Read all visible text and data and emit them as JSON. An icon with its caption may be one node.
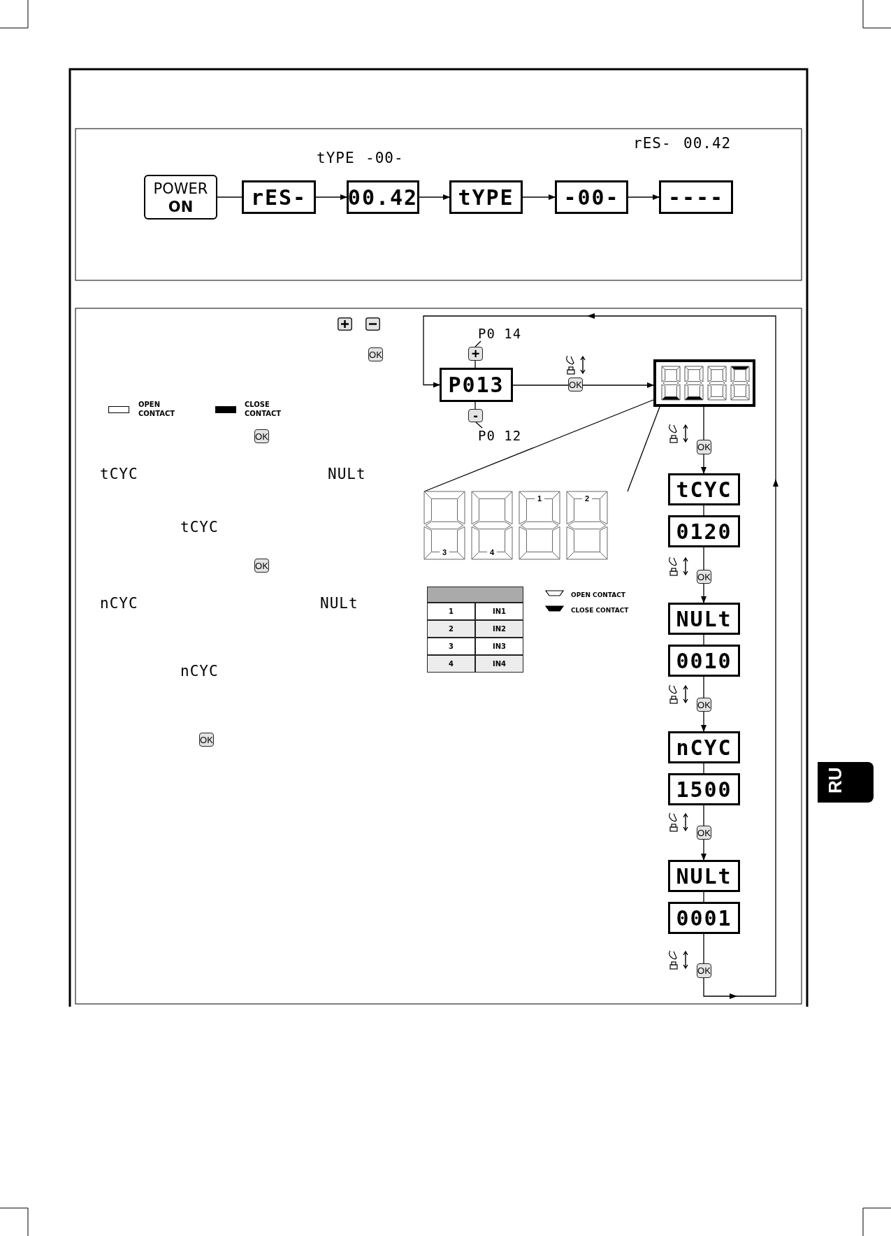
{
  "diagram": {
    "nodes": [
      {
        "text": [
          "POWER ON"
        ]
      },
      {
        "text": [
          "rES-"
        ]
      },
      {
        "text": [
          "00.42"
        ]
      },
      {
        "text": [
          "tYPE"
        ]
      },
      {
        "text": [
          "-00-"
        ]
      },
      {
        "text": [
          "----"
        ]
      },
      {
        "text": [
          "P013"
        ]
      },
      {
        "text": [
          "P0 14"
        ]
      },
      {
        "text": [
          "+"
        ]
      },
      {
        "text": [
          "-"
        ]
      },
      {
        "text": [
          "P0 12"
        ]
      },
      {
        "text": [],
        "shape": "box"
      },
      {
        "text": [
          "OK"
        ]
      },
      {
        "text": [
          "1",
          "2",
          "3",
          "4"
        ]
      },
      {
        "text": [
          "OK"
        ]
      },
      {
        "text": [
          "tCYC"
        ]
      },
      {
        "text": [
          "0120"
        ]
      },
      {
        "text": [
          "OK"
        ]
      },
      {
        "text": [
          "NULt"
        ]
      },
      {
        "text": [
          "0010"
        ]
      },
      {
        "text": [
          "OK"
        ]
      },
      {
        "text": [
          "nCYC"
        ]
      },
      {
        "text": [
          "1500"
        ]
      },
      {
        "text": [
          "OK"
        ]
      },
      {
        "text": [
          "NULt"
        ]
      },
      {
        "text": [
          "0001"
        ]
      },
      {
        "text": [
          "OK"
        ]
      }
    ],
    "edges": [
      {
        "from": 0,
        "to": 1,
        "arrow": "none"
      },
      {
        "from": 1,
        "to": 2,
        "arrow": "to"
      },
      {
        "from": 2,
        "to": 3,
        "arrow": "to"
      },
      {
        "from": 3,
        "to": 4,
        "arrow": "to"
      },
      {
        "from": 4,
        "to": 5,
        "arrow": "to"
      },
      {
        "from": 7,
        "to": 8,
        "arrow": "none"
      },
      {
        "from": 8,
        "to": 6,
        "arrow": "none"
      },
      {
        "from": 9,
        "to": 6,
        "arrow": "none"
      },
      {
        "from": 10,
        "to": 9,
        "arrow": "none"
      },
      {
        "from": 6,
        "to": 12,
        "arrow": "none"
      },
      {
        "from": 12,
        "to": 11,
        "arrow": "to"
      },
      {
        "from": 11,
        "to": 13,
        "arrow": "none"
      },
      {
        "from": 11,
        "to": 13,
        "arrow": "none"
      },
      {
        "from": 11,
        "to": 14,
        "arrow": "none"
      },
      {
        "from": 14,
        "to": 15,
        "arrow": "to"
      },
      {
        "from": 15,
        "to": 16,
        "arrow": "none"
      },
      {
        "from": 16,
        "to": 17,
        "arrow": "none"
      },
      {
        "from": 17,
        "to": 18,
        "arrow": "to"
      },
      {
        "from": 18,
        "to": 19,
        "arrow": "none"
      },
      {
        "from": 19,
        "to": 20,
        "arrow": "none"
      },
      {
        "from": 20,
        "to": 21,
        "arrow": "to"
      },
      {
        "from": 21,
        "to": 22,
        "arrow": "none"
      },
      {
        "from": 22,
        "to": 23,
        "arrow": "none"
      },
      {
        "from": 23,
        "to": 24,
        "arrow": "to"
      },
      {
        "from": 24,
        "to": 25,
        "arrow": "none"
      },
      {
        "from": 25,
        "to": 26,
        "arrow": "none"
      },
      {
        "from": 26,
        "to": 6,
        "arrow": "to"
      }
    ],
    "labels": [
      "rES-",
      "00.42",
      "tYPE",
      "-00-",
      "OK",
      "OK",
      "tCYC",
      "NULt",
      "tCYC",
      "OK",
      "nCYC",
      "NULt",
      "nCYC",
      "OK",
      "1",
      "IN1",
      "2",
      "IN2",
      "3",
      "IN3",
      "4",
      "IN4",
      "RU"
    ],
    "legend": [
      {
        "text": "OPEN CONTACT",
        "color": "#ffffff"
      },
      {
        "text": "CLOSE CONTACT",
        "color": "#000000"
      },
      {
        "text": "OPEN CONTACT"
      },
      {
        "text": "CLOSE CONTACT"
      }
    ]
  }
}
